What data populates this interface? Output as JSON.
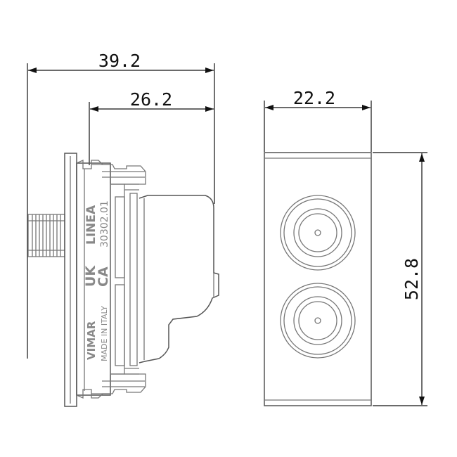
{
  "dimensions": {
    "overall_depth": "39.2",
    "module_depth": "26.2",
    "front_width": "22.2",
    "front_height": "52.8"
  },
  "embossing": {
    "line": "LINEA",
    "code": "30302.01",
    "mark_uk": "UK",
    "mark_ca": "CA",
    "brand": "VIMAR",
    "origin": "MADE IN ITALY"
  },
  "colors": {
    "dimension_lines": "#111111",
    "part_outline": "#777777"
  }
}
